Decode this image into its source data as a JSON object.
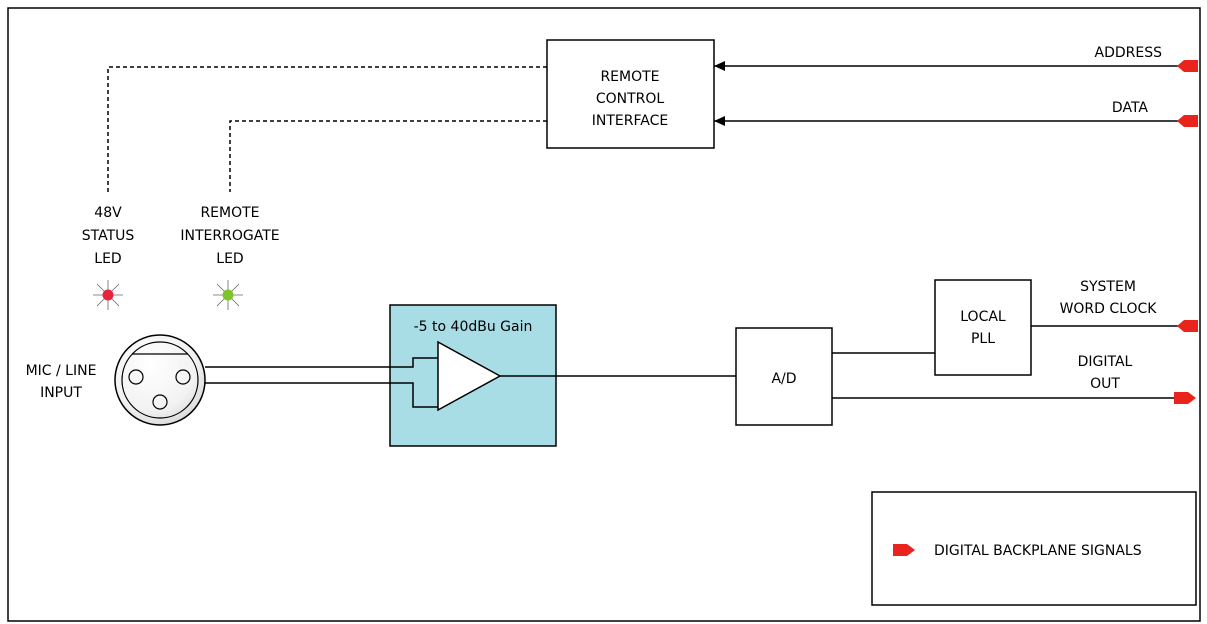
{
  "blocks": {
    "remote_control": [
      "REMOTE",
      "CONTROL",
      "INTERFACE"
    ],
    "gain": "-5 to 40dBu Gain",
    "ad": "A/D",
    "pll": [
      "LOCAL",
      "PLL"
    ]
  },
  "signals": {
    "address": "ADDRESS",
    "data": "DATA",
    "word_clock": [
      "SYSTEM",
      "WORD CLOCK"
    ],
    "digital_out": [
      "DIGITAL",
      "OUT"
    ]
  },
  "leds": {
    "status": {
      "label": [
        "48V",
        "STATUS",
        "LED"
      ],
      "color": "#e8243a"
    },
    "interrogate": {
      "label": [
        "REMOTE",
        "INTERROGATE",
        "LED"
      ],
      "color": "#7cc52a"
    }
  },
  "input": {
    "label": [
      "MIC / LINE",
      "INPUT"
    ]
  },
  "legend": {
    "label": "DIGITAL BACKPLANE SIGNALS",
    "color": "#e8241c"
  },
  "colors": {
    "gain_fill": "#a9dde6",
    "connector": "#e8241c"
  }
}
